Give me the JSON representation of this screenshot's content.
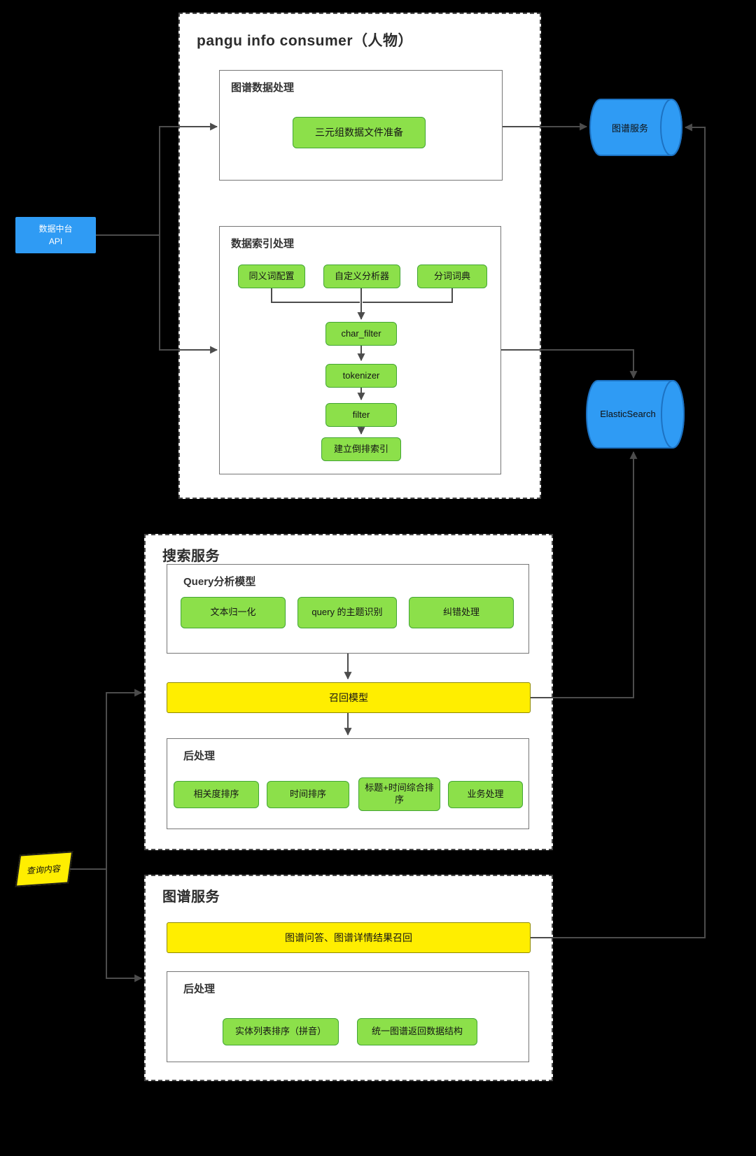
{
  "colors": {
    "background": "#000000",
    "node_green": "#8ce04a",
    "node_green_border": "#43a535",
    "bar_yellow": "#ffee00",
    "store_blue": "#2f9bf4",
    "connector_gray": "#4c4c4c"
  },
  "top_section": {
    "title": "pangu info consumer（人物）",
    "graph_data": {
      "title": "图谱数据处理",
      "node": "三元组数据文件准备"
    },
    "index": {
      "title": "数据索引处理",
      "inputs": [
        "同义词配置",
        "自定义分析器",
        "分词词典"
      ],
      "pipeline": [
        "char_filter",
        "tokenizer",
        "filter",
        "建立倒排索引"
      ]
    }
  },
  "api_box": {
    "line1": "数据中台",
    "line2": "API"
  },
  "stores": {
    "graph_service": "图谱服务",
    "elasticsearch": "ElasticSearch"
  },
  "search_section": {
    "title": "搜索服务",
    "query_model": {
      "title": "Query分析模型",
      "nodes": [
        "文本归一化",
        "query 的主题识别",
        "纠错处理"
      ]
    },
    "recall": "召回模型",
    "post": {
      "title": "后处理",
      "nodes": [
        "相关度排序",
        "时间排序",
        "标题+时间综合排序",
        "业务处理"
      ]
    }
  },
  "query_input": "查询内容",
  "graph_section": {
    "title": "图谱服务",
    "recall": "图谱问答、图谱详情结果召回",
    "post": {
      "title": "后处理",
      "nodes": [
        "实体列表排序（拼音）",
        "统一图谱返回数据结构"
      ]
    }
  }
}
